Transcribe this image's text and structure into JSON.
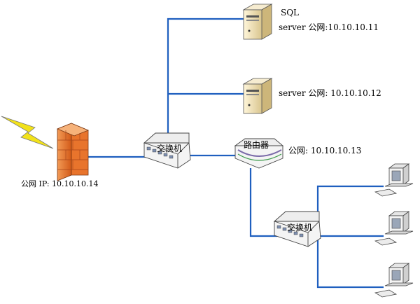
{
  "colors": {
    "link": "#1f5fbf",
    "firewall": "#e8742c",
    "lightning": "#f2e21a",
    "server": "#efe1b8",
    "device": "#f4f4f4"
  },
  "icons": {
    "firewall": "firewall-icon",
    "switch": "network-switch-icon",
    "router": "router-icon",
    "server": "server-icon",
    "pc": "desktop-pc-icon",
    "internet": "lightning-bolt-icon"
  },
  "nodes": {
    "sql_server": {
      "label_line1": "SQL",
      "label_line2": "server 公网:10.10.10.11"
    },
    "server2": {
      "label": "server 公网: 10.10.10.12"
    },
    "router": {
      "name": "路由器",
      "address": "公网:  10.10.10.13"
    },
    "switch_top": {
      "name": "交换机"
    },
    "switch_bottom": {
      "name": "交换机"
    },
    "firewall": {
      "label": "公网 IP: 10.10.10.14"
    }
  }
}
